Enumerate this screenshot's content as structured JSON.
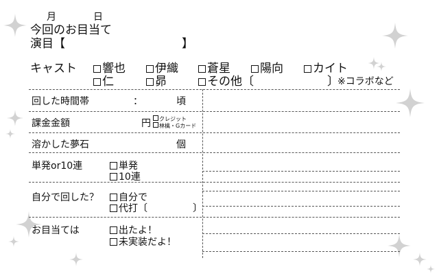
{
  "header": {
    "month": "月",
    "day": "日",
    "title": "今回のお目当て",
    "program_label": "演目【",
    "program_close": "】"
  },
  "cast": {
    "label": "キャスト",
    "row1": [
      "響也",
      "伊織",
      "蒼星",
      "陽向",
      "カイト"
    ],
    "row2": [
      "仁",
      "昴",
      "その他〔"
    ],
    "other_close": "〕",
    "note": "※コラボなど"
  },
  "form": {
    "time_label": "回した時間帯",
    "time_colon": "：",
    "time_suffix": "頃",
    "cost_label": "課金金額",
    "cost_unit": "円",
    "cost_opt1": "クレジット",
    "cost_opt2": "林檎・Gカード",
    "stones_label": "溶かした夢石",
    "stones_unit": "個",
    "pull_label": "単発or10連",
    "pull_opt1": "単発",
    "pull_opt2": "10連",
    "self_label": "自分で回した？",
    "self_opt1": "自分で",
    "self_opt2": "代打〔",
    "self_opt2_close": "〕",
    "result_label": "お目当ては",
    "result_opt1": "出たよ！",
    "result_opt2": "未実装だよ！"
  },
  "colors": {
    "sparkle": "#d2d2d2",
    "rule": "#555555",
    "text": "#111111"
  }
}
